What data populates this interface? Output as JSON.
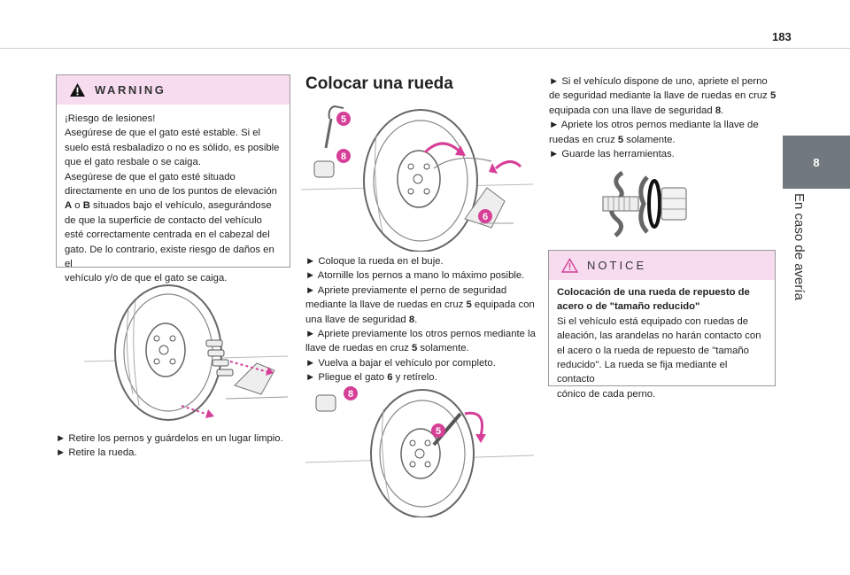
{
  "page_number": "183",
  "chapter": {
    "number": "8",
    "title": "En caso de avería"
  },
  "warning": {
    "title": "WARNING",
    "lines": [
      "¡Riesgo de lesiones!",
      "Asegúrese de que el gato esté estable. Si el",
      "suelo está resbaladizo o no es sólido, es posible",
      "que el gato resbale o se caiga.",
      "Asegúrese de que el gato esté situado",
      "directamente en uno de los puntos de elevación",
      "{A} o {B} situados bajo el vehículo, asegurándose",
      "de que la superficie de contacto del vehículo",
      "esté correctamente centrada en el cabezal del",
      "gato. De lo contrario, existe riesgo de daños en el",
      "vehículo y/o de que el gato se caiga."
    ],
    "bold_a": "A",
    "bold_b": "B",
    "line7_mid": " o ",
    "line7_rest": " situados bajo el vehículo, asegurándose"
  },
  "left_steps": [
    "► Retire los pernos y guárdelos en un lugar limpio.",
    "► Retire la rueda."
  ],
  "section_title": "Colocar una rueda",
  "middle_steps": {
    "l1": "► Coloque la rueda en el buje.",
    "l2": "► Atornille los pernos a mano lo máximo posible.",
    "l3": "► Apriete previamente el perno de seguridad",
    "l4a": "mediante la llave de ruedas en cruz ",
    "l4b": "5",
    "l4c": " equipada con",
    "l5a": "una llave de seguridad ",
    "l5b": "8",
    "l5c": ".",
    "l6": "► Apriete previamente los otros pernos mediante la",
    "l7a": "llave de ruedas en cruz ",
    "l7b": "5",
    "l7c": " solamente.",
    "l8": "► Vuelva a bajar el vehículo por completo.",
    "l9a": "► Pliegue el gato ",
    "l9b": "6",
    "l9c": " y retírelo."
  },
  "right_steps": {
    "l1": "► Si el vehículo dispone de uno, apriete el perno",
    "l2a": "de seguridad mediante la llave de ruedas en cruz ",
    "l2b": "5",
    "l3a": "equipada con una llave de seguridad ",
    "l3b": "8",
    "l3c": ".",
    "l4": "► Apriete los otros pernos mediante la llave de",
    "l5a": "ruedas en cruz ",
    "l5b": "5",
    "l5c": " solamente.",
    "l6": "► Guarde las herramientas."
  },
  "notice": {
    "title": "NOTICE",
    "bold1": "Colocación de una rueda de repuesto de",
    "bold2": "acero o de \"tamaño reducido\"",
    "lines": [
      "Si el vehículo está equipado con ruedas de",
      "aleación, las arandelas no harán contacto con",
      "el acero o la rueda de repuesto de \"tamaño",
      "reducido\". La rueda se fija mediante el contacto",
      "cónico de cada perno."
    ]
  },
  "figure_labels": {
    "five": "5",
    "six": "6",
    "eight": "8"
  },
  "colors": {
    "accent": "#d63f97",
    "warning_header": "#f7dcef",
    "tab": "#72797e"
  }
}
